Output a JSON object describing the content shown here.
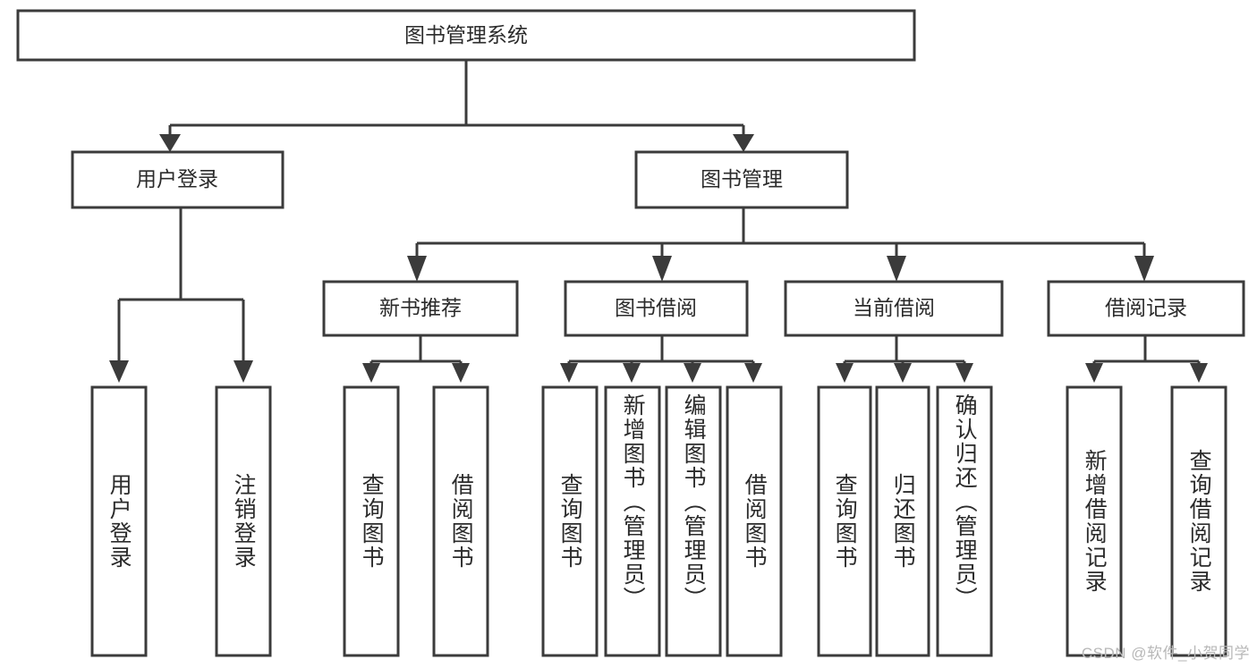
{
  "diagram": {
    "type": "tree-hierarchy",
    "root": {
      "id": "root",
      "label": "图书管理系统"
    },
    "level1": [
      {
        "id": "user-login",
        "label": "用户登录"
      },
      {
        "id": "book-management",
        "label": "图书管理"
      }
    ],
    "level2": [
      {
        "id": "new-book-recommend",
        "label": "新书推荐",
        "parent": "book-management"
      },
      {
        "id": "book-borrow",
        "label": "图书借阅",
        "parent": "book-management"
      },
      {
        "id": "current-borrow",
        "label": "当前借阅",
        "parent": "book-management"
      },
      {
        "id": "borrow-record",
        "label": "借阅记录",
        "parent": "book-management"
      }
    ],
    "leaves": [
      {
        "id": "leaf-user-login",
        "label": "用户登录",
        "parent": "user-login"
      },
      {
        "id": "leaf-logout-login",
        "label": "注销登录",
        "parent": "user-login"
      },
      {
        "id": "leaf-query-book-1",
        "label": "查询图书",
        "parent": "new-book-recommend"
      },
      {
        "id": "leaf-borrow-book-1",
        "label": "借阅图书",
        "parent": "new-book-recommend"
      },
      {
        "id": "leaf-query-book-2",
        "label": "查询图书",
        "parent": "book-borrow"
      },
      {
        "id": "leaf-add-book",
        "label": "新增图书（管理员）",
        "parent": "book-borrow"
      },
      {
        "id": "leaf-edit-book",
        "label": "编辑图书（管理员）",
        "parent": "book-borrow"
      },
      {
        "id": "leaf-borrow-book-2",
        "label": "借阅图书",
        "parent": "book-borrow"
      },
      {
        "id": "leaf-query-book-3",
        "label": "查询图书",
        "parent": "current-borrow"
      },
      {
        "id": "leaf-return-book",
        "label": "归还图书",
        "parent": "current-borrow"
      },
      {
        "id": "leaf-confirm-return",
        "label": "确认归还（管理员）",
        "parent": "current-borrow"
      },
      {
        "id": "leaf-add-record",
        "label": "新增借阅记录",
        "parent": "borrow-record"
      },
      {
        "id": "leaf-query-record",
        "label": "查询借阅记录",
        "parent": "borrow-record"
      }
    ],
    "colors": {
      "box_stroke": "#3b3b3b",
      "box_fill": "#ffffff",
      "text": "#2b2b2b",
      "background": "#ffffff",
      "watermark": "#b8b8b8"
    }
  },
  "watermark": {
    "text": "CSDN @软件_小贺同学"
  }
}
